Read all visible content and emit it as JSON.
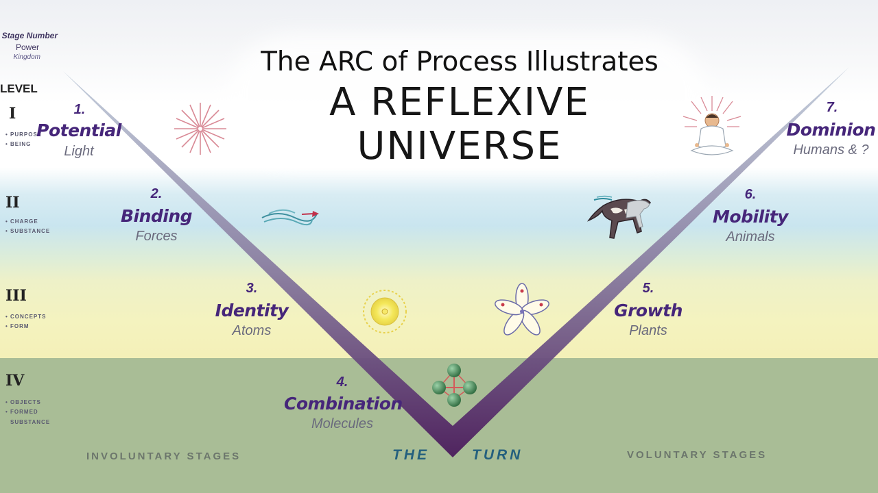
{
  "title": {
    "line1": "The ARC of Process Illustrates",
    "line2": "A REFLEXIVE",
    "line3": "UNIVERSE"
  },
  "legend": {
    "stage_number": "Stage Number",
    "power": "Power",
    "kingdom": "Kingdom",
    "level_header": "LEVEL"
  },
  "levels": [
    {
      "roman": "I",
      "subs": [
        "• PURPOSE",
        "• BEING"
      ]
    },
    {
      "roman": "II",
      "subs": [
        "• CHARGE",
        "• SUBSTANCE"
      ]
    },
    {
      "roman": "III",
      "subs": [
        "• CONCEPTS",
        "• FORM"
      ]
    },
    {
      "roman": "IV",
      "subs": [
        "• OBJECTS",
        "• FORMED",
        "SUBSTANCE"
      ]
    }
  ],
  "stages": [
    {
      "num": "1.",
      "power": "Potential",
      "kingdom": "Light"
    },
    {
      "num": "2.",
      "power": "Binding",
      "kingdom": "Forces"
    },
    {
      "num": "3.",
      "power": "Identity",
      "kingdom": "Atoms"
    },
    {
      "num": "4.",
      "power": "Combination",
      "kingdom": "Molecules"
    },
    {
      "num": "5.",
      "power": "Growth",
      "kingdom": "Plants"
    },
    {
      "num": "6.",
      "power": "Mobility",
      "kingdom": "Animals"
    },
    {
      "num": "7.",
      "power": "Dominion",
      "kingdom": "Humans & ?"
    }
  ],
  "bottom": {
    "involuntary": "INVOLUNTARY STAGES",
    "the": "THE",
    "turn": "TURN",
    "voluntary": "VOLUNTARY STAGES"
  },
  "colors": {
    "arc_top": "#b9c7d8",
    "arc_bottom": "#4b1c5c",
    "stage_text": "#46267a",
    "ground": "#a9bd96",
    "turn_text": "#24607e"
  }
}
